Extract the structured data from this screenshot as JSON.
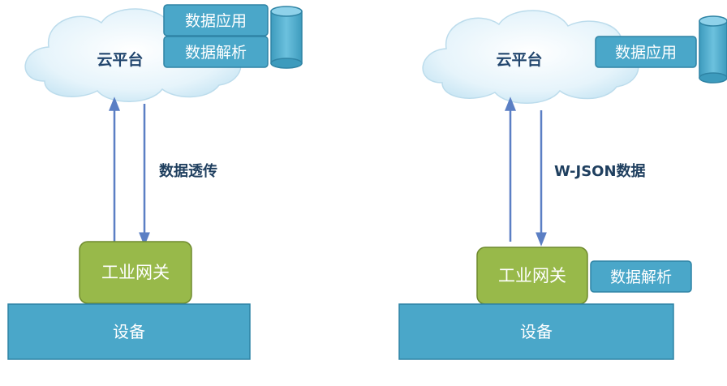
{
  "left": {
    "cloud_label": "云平台",
    "app_box": "数据应用",
    "parse_box": "数据解析",
    "arrow_label": "数据透传",
    "gateway": "工业网关",
    "device": "设备"
  },
  "right": {
    "cloud_label": "云平台",
    "app_box": "数据应用",
    "arrow_label": "W-JSON数据",
    "gateway": "工业网关",
    "parse_box": "数据解析",
    "device": "设备"
  },
  "colors": {
    "teal": "#4aa7c9",
    "teal_border": "#2f84a5",
    "green": "#98b94a",
    "green_border": "#6f8a2e",
    "arrow": "#5b7fc4"
  }
}
